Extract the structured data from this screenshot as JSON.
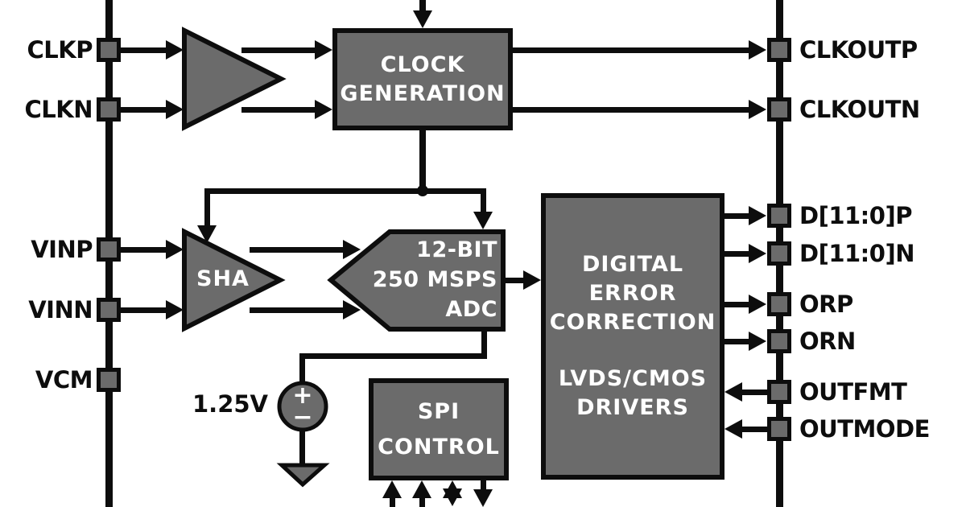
{
  "colors": {
    "background": "#ffffff",
    "block_fill": "#6b6b6b",
    "line": "#0d0d0d",
    "block_text": "#ffffff",
    "label_text": "#0d0d0d"
  },
  "pins": {
    "left": [
      {
        "label": "CLKP"
      },
      {
        "label": "CLKN"
      },
      {
        "label": "VINP"
      },
      {
        "label": "VINN"
      },
      {
        "label": "VCM"
      }
    ],
    "right": [
      {
        "label": "CLKOUTP"
      },
      {
        "label": "CLKOUTN"
      },
      {
        "label": "D[11:0]P"
      },
      {
        "label": "D[11:0]N"
      },
      {
        "label": "ORP"
      },
      {
        "label": "ORN"
      },
      {
        "label": "OUTFMT"
      },
      {
        "label": "OUTMODE"
      }
    ]
  },
  "blocks": {
    "clock_generation": {
      "lines": [
        "CLOCK",
        "GENERATION"
      ]
    },
    "sha": {
      "label": "SHA"
    },
    "adc": {
      "lines": [
        "12-BIT",
        "250 MSPS",
        "ADC"
      ]
    },
    "digital_error_correction": {
      "group1": [
        "DIGITAL",
        "ERROR",
        "CORRECTION"
      ],
      "group2": [
        "LVDS/CMOS",
        "DRIVERS"
      ]
    },
    "spi_control": {
      "lines": [
        "SPI",
        "CONTROL"
      ]
    }
  },
  "voltage_source": {
    "value": "1.25V",
    "plus_symbol": "+",
    "minus_symbol": "−"
  }
}
